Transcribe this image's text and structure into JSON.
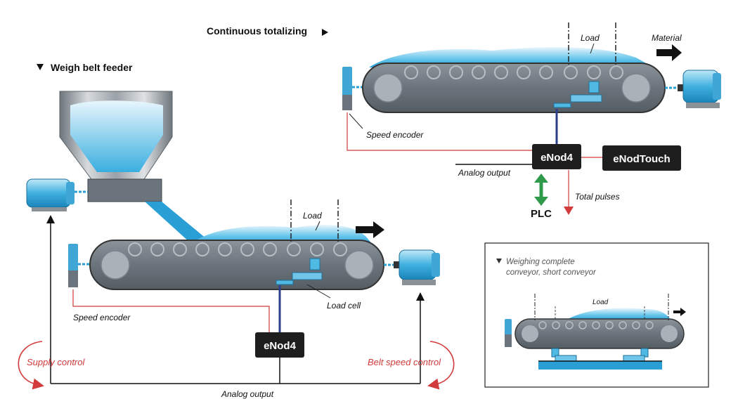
{
  "titles": {
    "continuous": "Continuous totalizing",
    "weigh_belt": "Weigh belt feeder"
  },
  "labels": {
    "load_top": "Load",
    "material": "Material",
    "speed_encoder_top": "Speed encoder",
    "analog_output_top": "Analog output",
    "total_pulses": "Total pulses",
    "plc": "PLC",
    "load_bottom": "Load",
    "load_cell": "Load cell",
    "speed_encoder_bottom": "Speed encoder",
    "supply_control": "Supply control",
    "belt_speed_control": "Belt speed control",
    "analog_output_bottom": "Analog output"
  },
  "devices": {
    "enod4_top": "eNod4",
    "enodtouch": "eNodTouch",
    "enod4_bottom": "eNod4"
  },
  "inset": {
    "title_line1": "Weighing complete",
    "title_line2": "conveyor, short conveyor",
    "load": "Load"
  },
  "colors": {
    "control_red": "#d23b3b",
    "device_box": "#1e1e1e",
    "plc_green": "#2e9a4a",
    "signal_blue": "#2b3f8c",
    "belt_gray": "#6b747c",
    "material_blue": "#4fb8e3"
  }
}
